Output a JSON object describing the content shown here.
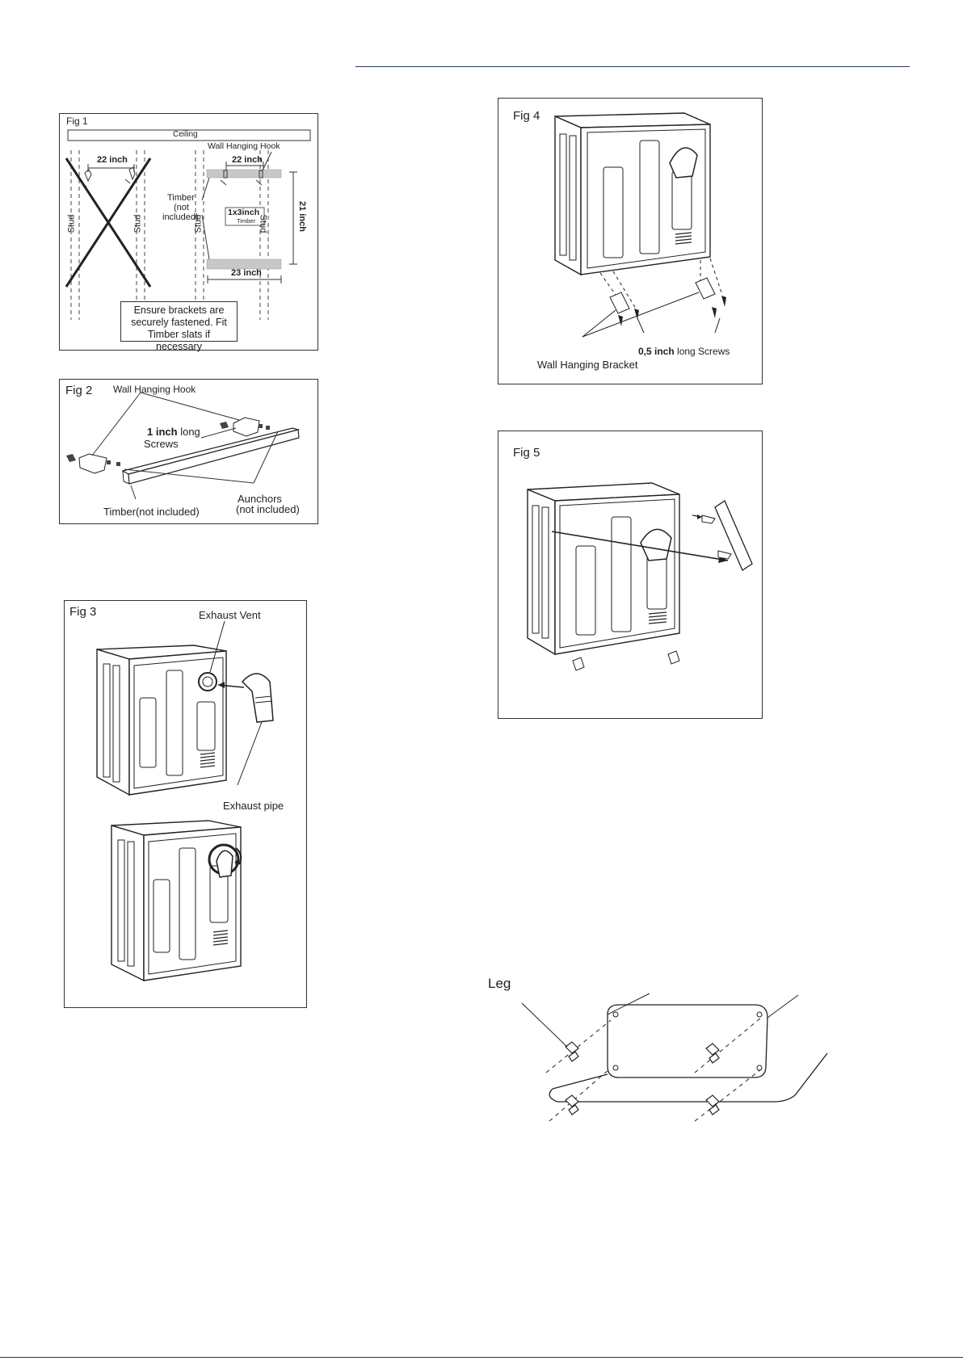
{
  "fig1": {
    "title": "Fig  1",
    "ceiling": "Ceiling",
    "dim_left": "22 inch",
    "dim_right": "22 inch",
    "hook_label": "Wall Hanging Hook",
    "stud": "Stud",
    "timber_note": [
      "Timber",
      "(not",
      "included)"
    ],
    "timber_box_main": "1x3inch",
    "timber_box_sub": "Timber",
    "dim_vertical": "21 inch",
    "dim_bottom": "23 inch",
    "note_lines": [
      "Ensure brackets are",
      "securely fastened. Fit",
      "Timber slats if necessary"
    ]
  },
  "fig2": {
    "title": "Fig  2",
    "hook_label": "Wall Hanging Hook",
    "screws_main": "1 inch",
    "screws_rest": "long",
    "screws_line2": "Screws",
    "timber": "Timber(not included)",
    "anchors_1": "Aunchors",
    "anchors_2": "(not included)"
  },
  "fig3": {
    "title": "Fig  3",
    "vent": "Exhaust Vent",
    "pipe": "Exhaust pipe"
  },
  "fig4": {
    "title": "Fig  4",
    "screws_main": "0,5 inch",
    "screws_rest": "long Screws",
    "bracket": "Wall Hanging Bracket"
  },
  "fig5": {
    "title": "Fig  5"
  },
  "leg": {
    "title": "Leg"
  },
  "colors": {
    "line": "#1c1c1c",
    "timber_fill": "#c8c8c8",
    "rule": "#2b3a55"
  }
}
